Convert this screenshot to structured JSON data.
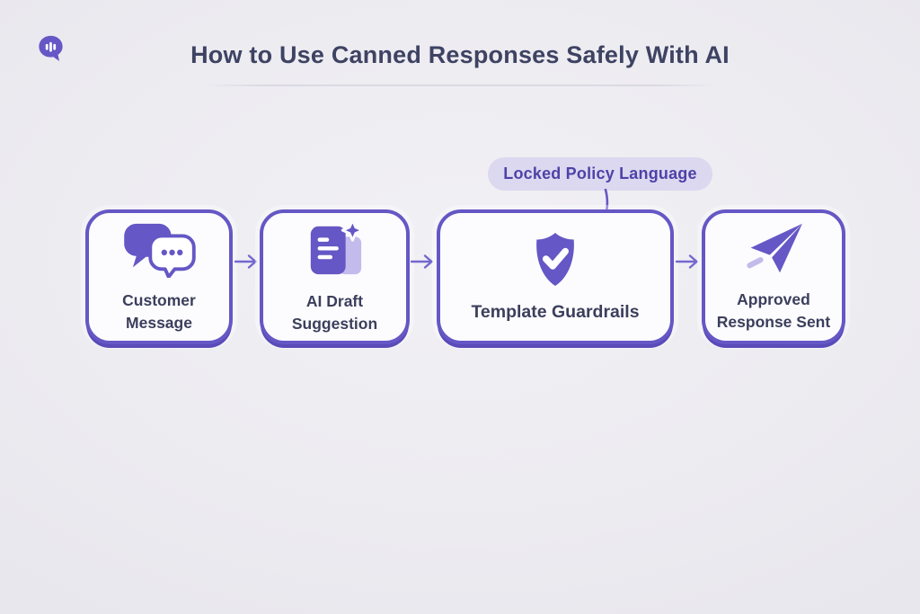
{
  "header": {
    "title": "How to Use Canned Responses Safely With AI"
  },
  "callout": {
    "label": "Locked Policy Language",
    "points_to": "Template Guardrails"
  },
  "flow": {
    "steps": [
      {
        "id": "customer-message",
        "label": "Customer Message",
        "icon": "chat-bubbles-icon"
      },
      {
        "id": "ai-draft-suggestion",
        "label": "AI Draft Suggestion",
        "icon": "document-sparkle-icon"
      },
      {
        "id": "template-guardrails",
        "label": "Template Guardrails",
        "icon": "shield-check-icon"
      },
      {
        "id": "approved-response-sent",
        "label": "Approved Response Sent",
        "icon": "paper-plane-icon"
      }
    ]
  },
  "colors": {
    "accent": "#6557c5",
    "accent_dark": "#5a4bb9",
    "accent_light": "#c3bbec",
    "pill_bg": "#dbd8f0",
    "pill_text": "#4e42a7",
    "title_text": "#3e4363",
    "label_text": "#3b3f5c",
    "background": "#edecf1",
    "background_center": "#f1f0f4",
    "card_bg": "#fcfcfe"
  }
}
